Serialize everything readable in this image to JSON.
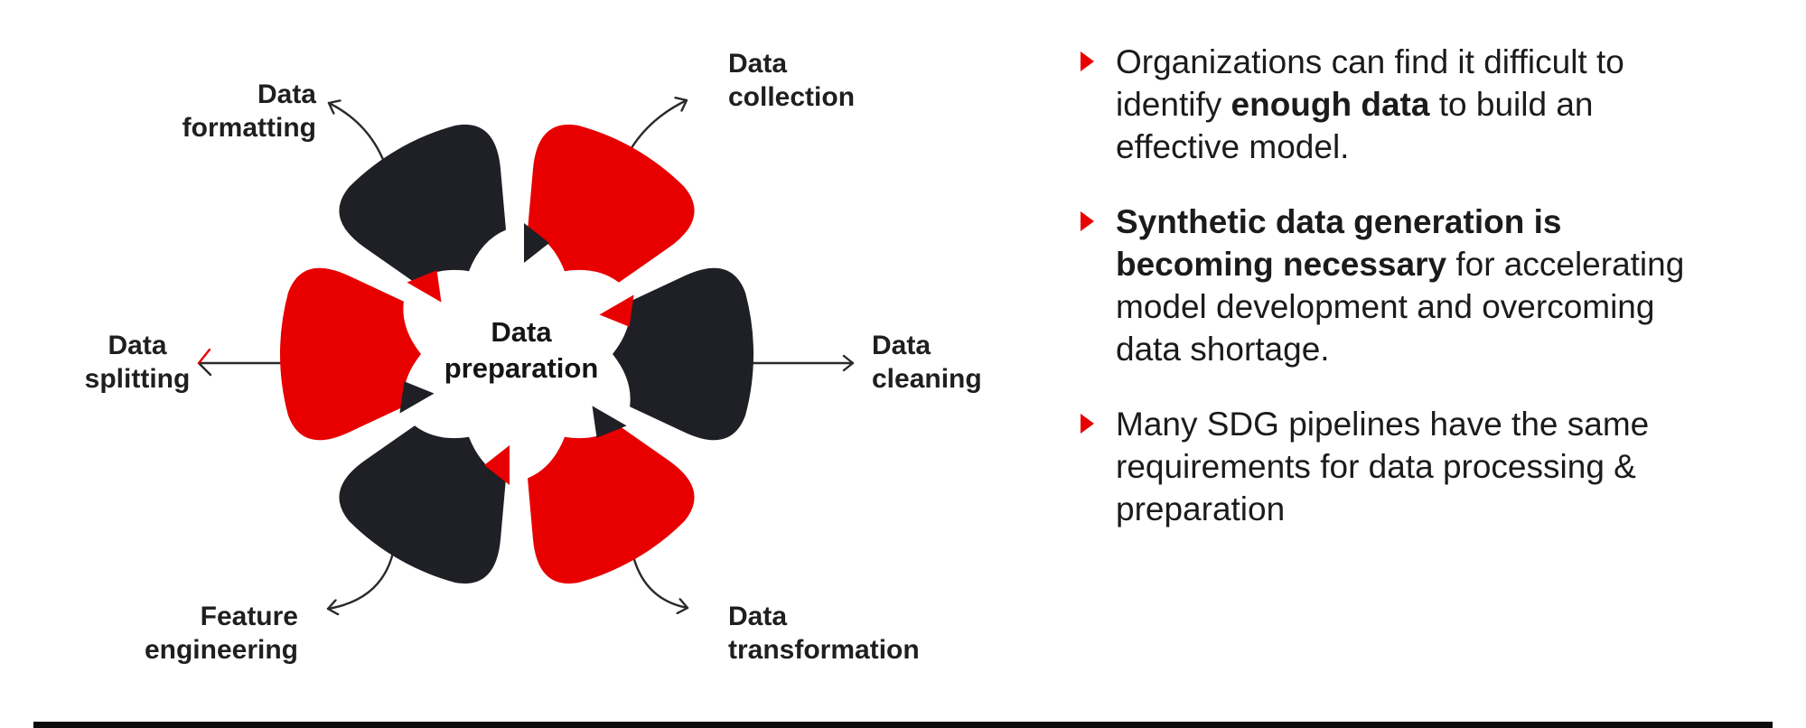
{
  "diagram": {
    "center": {
      "line1": "Data",
      "line2": "preparation"
    },
    "colors": {
      "red": "#e80000",
      "dark": "#1f1f26",
      "arrow": "#2a2a2a"
    },
    "segments": [
      {
        "id": "data-formatting",
        "color": "dark",
        "angle": -120,
        "label": {
          "line1": "Data",
          "line2": "formatting"
        }
      },
      {
        "id": "data-collection",
        "color": "red",
        "angle": -60,
        "label": {
          "line1": "Data",
          "line2": "collection"
        }
      },
      {
        "id": "data-cleaning",
        "color": "dark",
        "angle": 0,
        "label": {
          "line1": "Data",
          "line2": "cleaning"
        }
      },
      {
        "id": "data-transformation",
        "color": "red",
        "angle": 60,
        "label": {
          "line1": "Data",
          "line2": "transformation"
        }
      },
      {
        "id": "feature-engineering",
        "color": "dark",
        "angle": 120,
        "label": {
          "line1": "Feature",
          "line2": "engineering"
        }
      },
      {
        "id": "data-splitting",
        "color": "red",
        "angle": 180,
        "label": {
          "line1": "Data",
          "line2": "splitting"
        }
      }
    ]
  },
  "bullets": [
    {
      "lines": [
        [
          {
            "t": "Organizations can find it difficult to"
          }
        ],
        [
          {
            "t": "identify "
          },
          {
            "t": "enough data",
            "b": true
          },
          {
            "t": " to build an"
          }
        ],
        [
          {
            "t": "effective model."
          }
        ]
      ]
    },
    {
      "lines": [
        [
          {
            "t": "Synthetic data generation is",
            "b": true
          }
        ],
        [
          {
            "t": "becoming necessary",
            "b": true
          },
          {
            "t": " for accelerating"
          }
        ],
        [
          {
            "t": "model development and overcoming"
          }
        ],
        [
          {
            "t": "data shortage."
          }
        ]
      ]
    },
    {
      "lines": [
        [
          {
            "t": "Many SDG pipelines have the same"
          }
        ],
        [
          {
            "t": "requirements for data processing &"
          }
        ],
        [
          {
            "t": "preparation"
          }
        ]
      ]
    }
  ]
}
